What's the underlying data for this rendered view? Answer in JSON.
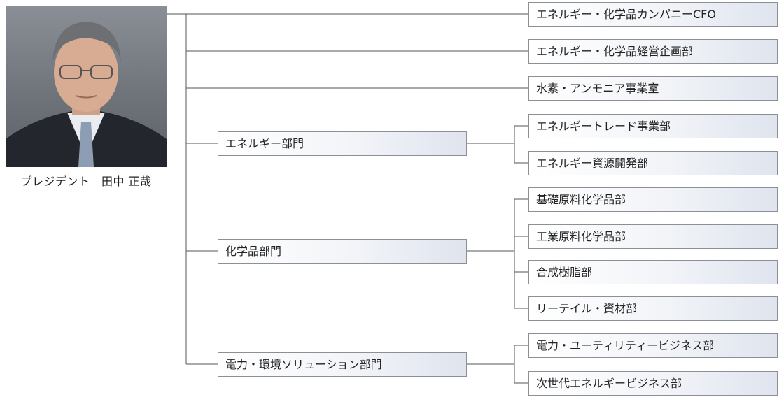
{
  "president": {
    "caption": "プレジデント　田中 正哉"
  },
  "top_units": [
    "エネルギー・化学品カンパニーCFO",
    "エネルギー・化学品経営企画部",
    "水素・アンモニア事業室"
  ],
  "divisions": [
    {
      "name": "エネルギー部門",
      "departments": [
        "エネルギートレード事業部",
        "エネルギー資源開発部"
      ]
    },
    {
      "name": "化学品部門",
      "departments": [
        "基礎原料化学品部",
        "工業原料化学品部",
        "合成樹脂部",
        "リーテイル・資材部"
      ]
    },
    {
      "name": "電力・環境ソリューション部門",
      "departments": [
        "電力・ユーティリティービジネス部",
        "次世代エネルギービジネス部"
      ]
    }
  ]
}
